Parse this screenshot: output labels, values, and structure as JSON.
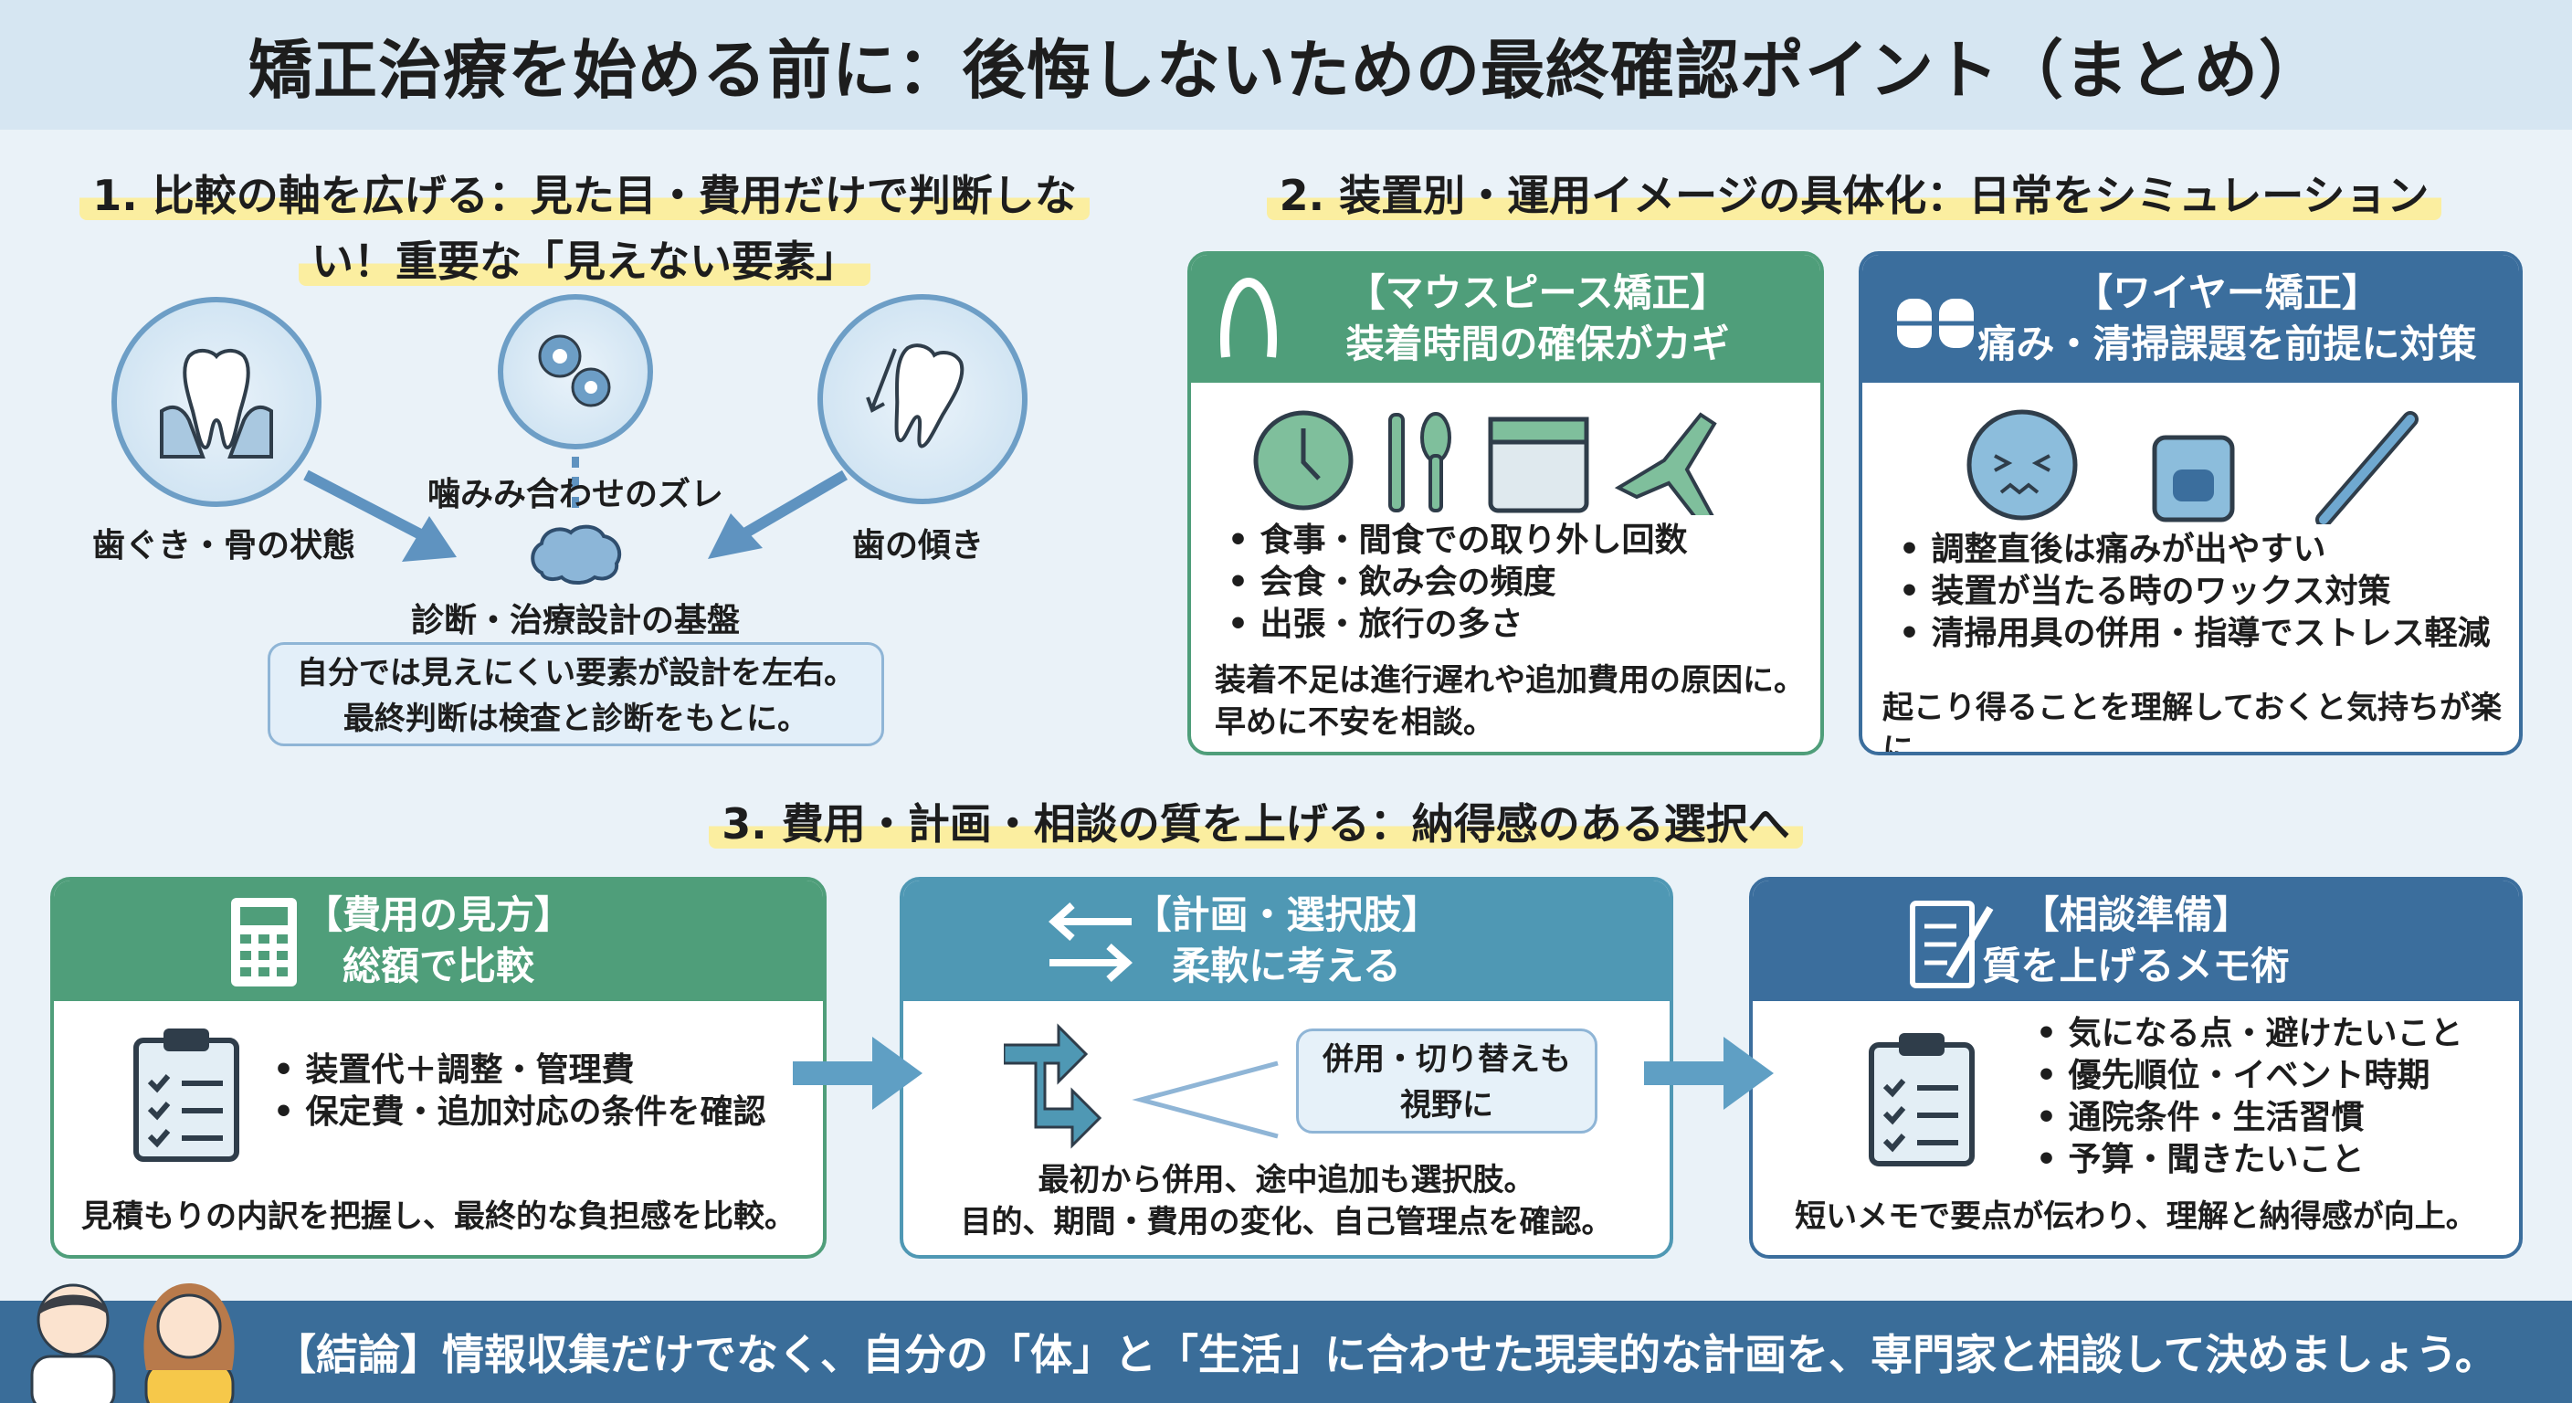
{
  "title": "矯正治療を始める前に：後悔しないための最終確認ポイント（まとめ）",
  "section1": {
    "heading_line1": "1. 比較の軸を広げる：見た目・費用だけで判断しな",
    "heading_line2": "い！重要な「見えない要素」",
    "factors": [
      {
        "label": "歯ぐき・骨の状態",
        "icon": "tooth-gum-icon"
      },
      {
        "label": "噛みみ合わせのズレ",
        "icon": "gears-icon"
      },
      {
        "label": "歯の傾き",
        "icon": "tilted-tooth-icon"
      }
    ],
    "center_label": "診断・治療設計の基盤",
    "center_icon": "brain-icon",
    "note_line1": "自分では見えにくい要素が設計を左右。",
    "note_line2": "最終判断は検査と診断をもとに。"
  },
  "section2": {
    "heading": "2. 装置別・運用イメージの具体化：日常をシミュレーション",
    "cards": [
      {
        "title": "【マウスピース矯正】",
        "subtitle": "装着時間の確保がカギ",
        "icon": "aligner-icon",
        "color": "#4f9e7a",
        "icons": [
          "clock-icon",
          "fork-spoon-icon",
          "calendar-icon",
          "airplane-icon"
        ],
        "bullets": [
          "食事・間食での取り外し回数",
          "会食・飲み会の頻度",
          "出張・旅行の多さ"
        ],
        "note_line1": "装着不足は進行遅れや追加費用の原因に。",
        "note_line2": "早めに不安を相談。"
      },
      {
        "title": "【ワイヤー矯正】",
        "subtitle": "痛み・清掃課題を前提に対策",
        "icon": "braces-icon",
        "color": "#3b6e9d",
        "icons": [
          "pained-face-icon",
          "floss-icon",
          "toothbrush-icon"
        ],
        "bullets": [
          "調整直後は痛みが出やすい",
          "装置が当たる時のワックス対策",
          "清掃用具の併用・指導でストレス軽減"
        ],
        "note_line1": "起こり得ることを理解しておくと気持ちが楽に。"
      }
    ]
  },
  "section3": {
    "heading": "3. 費用・計画・相談の質を上げる：納得感のある選択へ",
    "cards": [
      {
        "title": "【費用の見方】",
        "subtitle": "総額で比較",
        "icon": "calculator-icon",
        "color": "#4f9e7a",
        "bullets": [
          "装置代＋調整・管理費",
          "保定費・追加対応の条件を確認"
        ],
        "note_line1": "見積もりの内訳を把握し、最終的な負担感を比較。"
      },
      {
        "title": "【計画・選択肢】",
        "subtitle": "柔軟に考える",
        "icon": "swap-arrows-icon",
        "color": "#4f98b4",
        "box_line1": "併用・切り替えも",
        "box_line2": "視野に",
        "note_line1": "最初から併用、途中追加も選択肢。",
        "note_line2": "目的、期間・費用の変化、自己管理点を確認。"
      },
      {
        "title": "【相談準備】",
        "subtitle": "質を上げるメモ術",
        "icon": "memo-pen-icon",
        "color": "#3b6e9d",
        "bullets": [
          "気になる点・避けたいこと",
          "優先順位・イベント時期",
          "通院条件・生活習慣",
          "予算・聞きたいこと"
        ],
        "note_line1": "短いメモで要点が伝わり、理解と納得感が向上。"
      }
    ]
  },
  "footer": {
    "text": "【結論】情報収集だけでなく、自分の「体」と「生活」に合わせた現実的な計画を、専門家と相談して決めましょう。"
  },
  "colors": {
    "green": "#4f9e7a",
    "teal": "#4f98b4",
    "blue": "#3b6e9d",
    "highlight": "#fbeea0",
    "footer": "#3a6d99"
  }
}
